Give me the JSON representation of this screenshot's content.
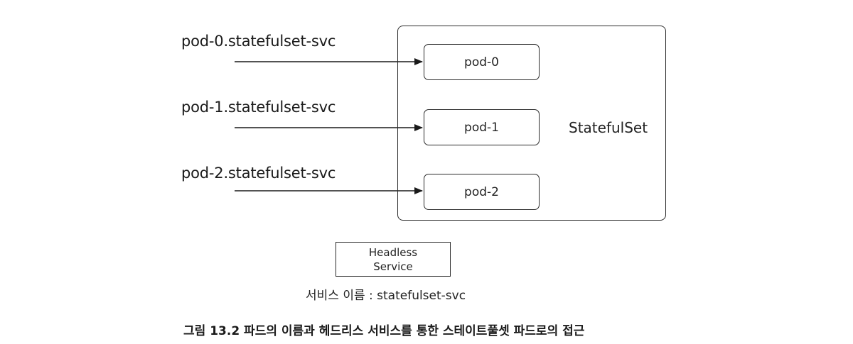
{
  "dns_names": [
    "pod-0.statefulset-svc",
    "pod-1.statefulset-svc",
    "pod-2.statefulset-svc"
  ],
  "pods": [
    "pod-0",
    "pod-1",
    "pod-2"
  ],
  "statefulset_label": "StatefulSet",
  "headless_service": {
    "line1": "Headless",
    "line2": "Service"
  },
  "service_name_label": "서비스 이름 : statefulset-svc",
  "caption": "그림 13.2 파드의 이름과 헤드리스 서비스를 통한 스테이트풀셋 파드로의 접근"
}
